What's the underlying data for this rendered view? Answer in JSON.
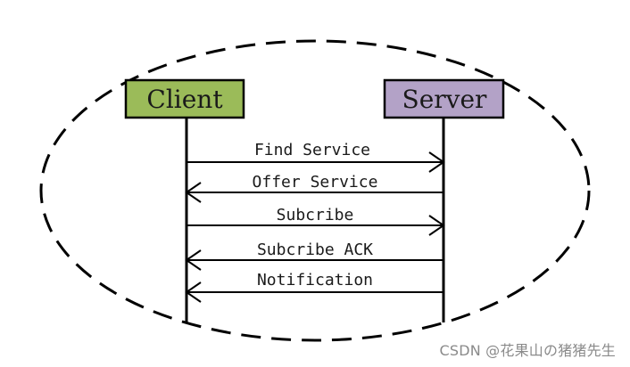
{
  "actors": {
    "client": {
      "label": "Client",
      "color": "#9bbb59"
    },
    "server": {
      "label": "Server",
      "color": "#b3a2c7"
    }
  },
  "messages": [
    {
      "label": "Find Service",
      "direction": "client-to-server"
    },
    {
      "label": "Offer Service",
      "direction": "server-to-client"
    },
    {
      "label": "Subcribe",
      "direction": "client-to-server"
    },
    {
      "label": "Subcribe ACK",
      "direction": "server-to-client"
    },
    {
      "label": "Notification",
      "direction": "server-to-client"
    }
  ],
  "boundary": {
    "style": "dashed-ellipse"
  },
  "watermark": "CSDN @花果山の猪猪先生"
}
